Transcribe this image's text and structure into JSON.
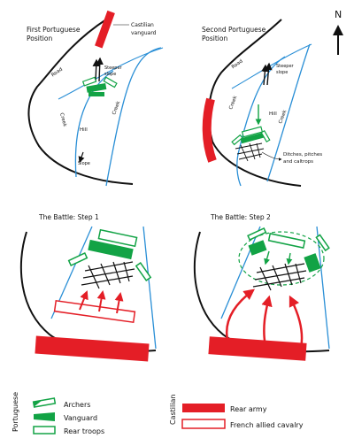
{
  "panels": {
    "p1": {
      "title_line1": "First Portuguese",
      "title_line2": "Position",
      "vanguard_line1": "Castilian",
      "vanguard_line2": "vanguard",
      "road": "Road",
      "creek_left": "Creek",
      "creek_right": "Creek",
      "hill": "Hill",
      "steeper_line1": "Steeper",
      "steeper_line2": "slope",
      "slope": "Slope"
    },
    "p2": {
      "title_line1": "Second Portuguese",
      "title_line2": "Position",
      "road": "Road",
      "creek_left": "Creek",
      "creek_right": "Creek",
      "hill": "Hill",
      "steeper_line1": "Steeper",
      "steeper_line2": "slope",
      "ditches_line1": "Ditches, pitches",
      "ditches_line2": "and caltrops"
    },
    "p3": {
      "title": "The Battle: Step 1"
    },
    "p4": {
      "title": "The Battle: Step 2"
    }
  },
  "compass": {
    "label": "N"
  },
  "legend": {
    "portuguese_label": "Portuguese",
    "castilian_label": "Castilian",
    "archers": "Archers",
    "vanguard": "Vanguard",
    "rear_troops": "Rear troops",
    "rear_army": "Rear army",
    "french_cavalry": "French allied cavalry"
  },
  "colors": {
    "green": "#12a345",
    "red": "#e41e26",
    "blue": "#2a8fd6",
    "black": "#111111"
  }
}
